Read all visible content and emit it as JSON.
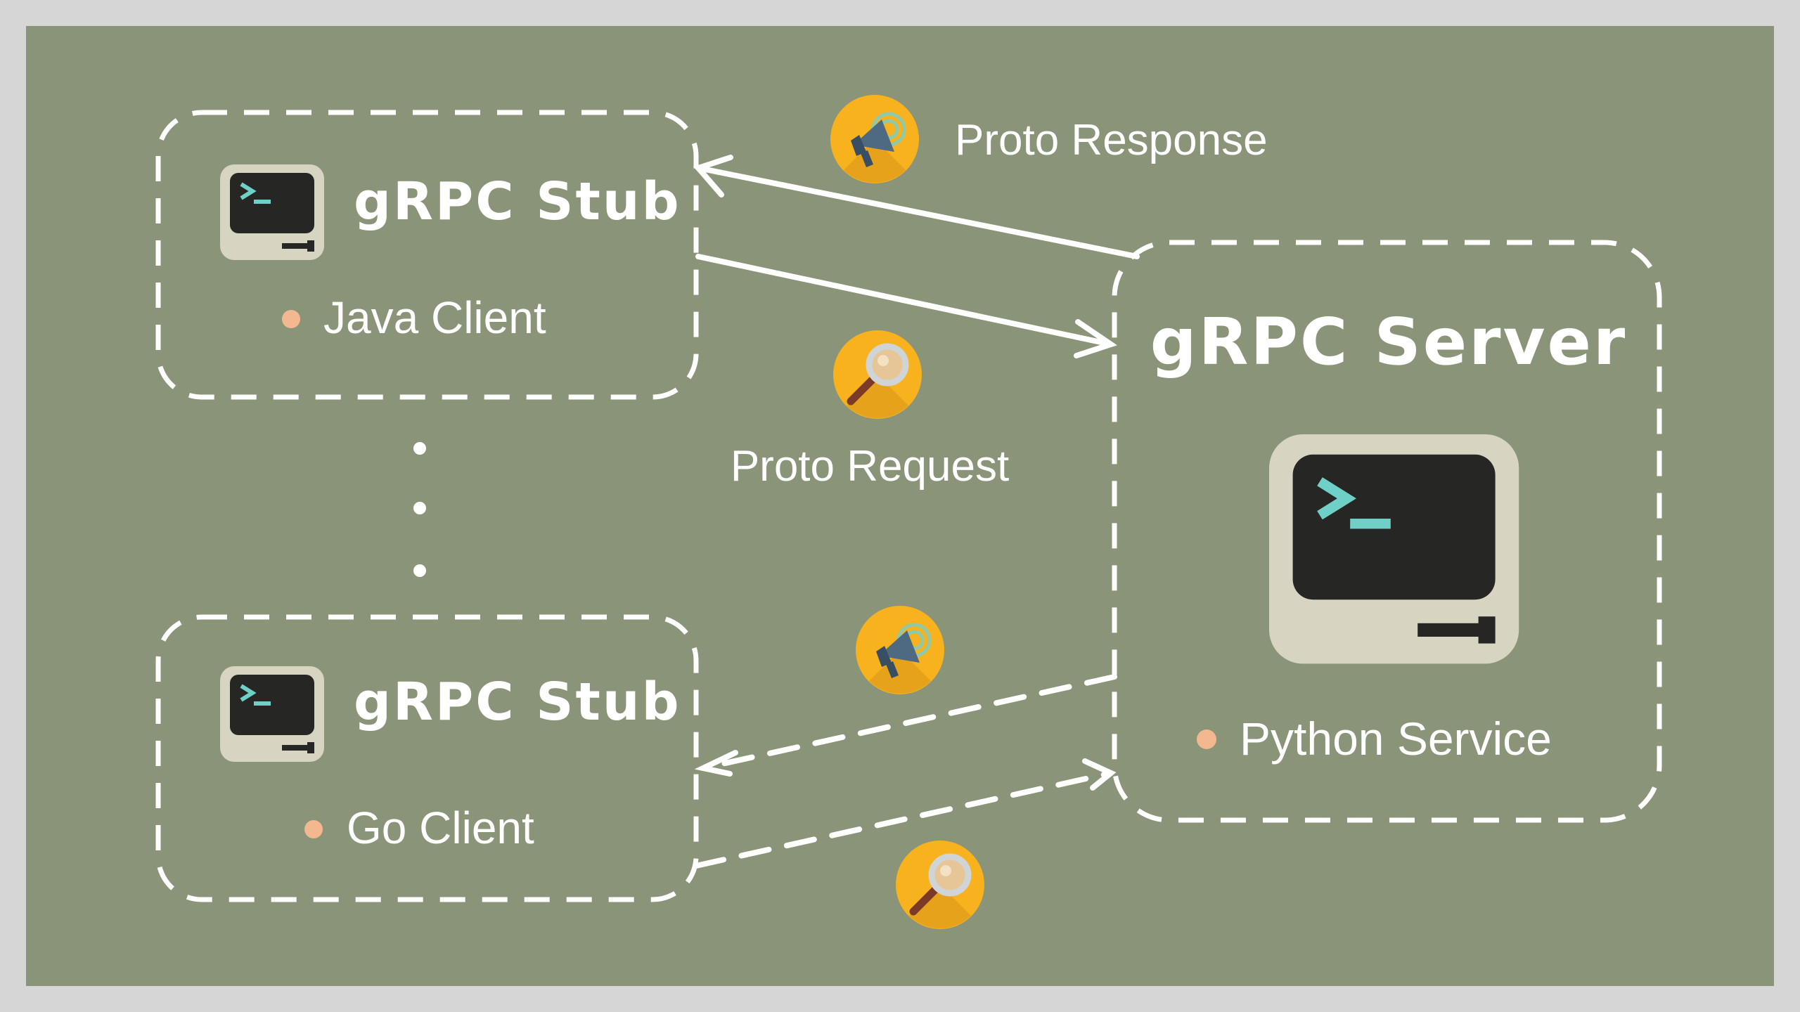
{
  "colors": {
    "canvas": "#d6d6d6",
    "panel": "#8a9479",
    "line": "#ffffff",
    "bullet": "#f3b88f",
    "terminal_body": "#d7d4c2",
    "terminal_screen": "#262624",
    "terminal_prompt": "#6fd0c8",
    "badge": "#f7b21e",
    "badge_shade": "#d8951a"
  },
  "clients": [
    {
      "title": "gRPC Stub",
      "subtitle": "Java Client",
      "icon": "terminal-icon"
    },
    {
      "title": "gRPC Stub",
      "subtitle": "Go Client",
      "icon": "terminal-icon"
    }
  ],
  "server": {
    "title": "gRPC Server",
    "subtitle": "Python Service",
    "icon": "terminal-icon"
  },
  "messages": {
    "response_label": "Proto Response",
    "request_label": "Proto Request",
    "response_icon": "megaphone-icon",
    "request_icon": "magnifier-icon"
  },
  "ellipsis": "⋮"
}
